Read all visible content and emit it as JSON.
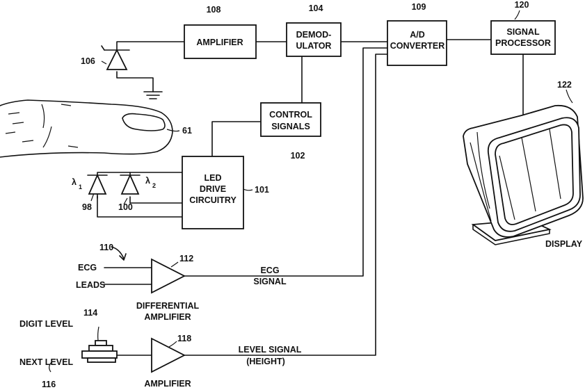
{
  "blocks": {
    "amplifier_top": {
      "label": "AMPLIFIER",
      "ref": "108"
    },
    "demodulator": {
      "line1": "DEMOD-",
      "line2": "ULATOR",
      "ref": "104"
    },
    "ad_converter": {
      "line1": "A/D",
      "line2": "CONVERTER",
      "ref": "109"
    },
    "signal_processor": {
      "line1": "SIGNAL",
      "line2": "PROCESSOR",
      "ref": "120"
    },
    "control_signals": {
      "line1": "CONTROL",
      "line2": "SIGNALS",
      "ref": "102"
    },
    "led_drive": {
      "line1": "LED",
      "line2": "DRIVE",
      "line3": "CIRCUITRY",
      "ref": "101"
    }
  },
  "photodiode": {
    "ref": "106"
  },
  "finger": {
    "ref": "61"
  },
  "leds": {
    "lambda1": {
      "symbol": "λ",
      "sub": "1",
      "ref": "98"
    },
    "lambda2": {
      "symbol": "λ",
      "sub": "2",
      "ref": "100"
    }
  },
  "display": {
    "label": "DISPLAY",
    "ref": "122"
  },
  "ecg": {
    "ref_leads": "110",
    "input1": "ECG",
    "input2": "LEADS",
    "amp_ref": "112",
    "amp_label1": "DIFFERENTIAL",
    "amp_label2": "AMPLIFIER",
    "signal1": "ECG",
    "signal2": "SIGNAL"
  },
  "level": {
    "sensor_ref": "114",
    "digit_label": "DIGIT LEVEL",
    "next_label": "NEXT LEVEL",
    "next_ref": "116",
    "amp_ref": "118",
    "amp_label": "AMPLIFIER",
    "signal1": "LEVEL SIGNAL",
    "signal2": "(HEIGHT)"
  }
}
